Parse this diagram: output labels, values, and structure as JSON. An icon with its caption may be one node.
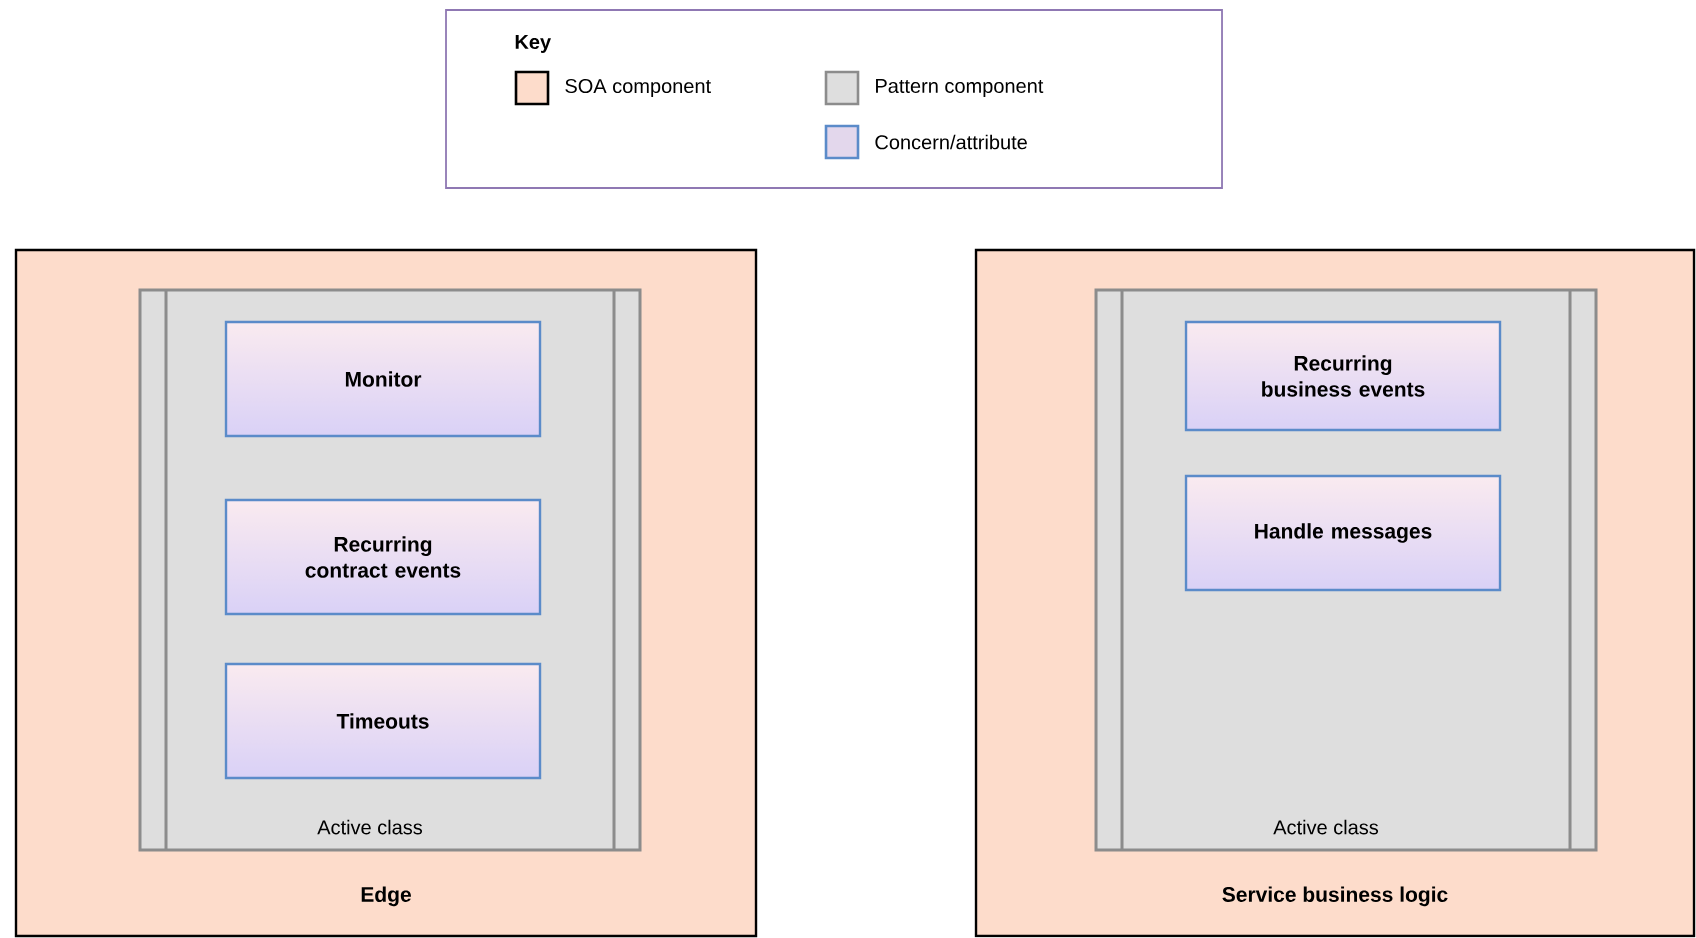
{
  "diagram": {
    "nodes": [
      {
        "text": [
          "Edge"
        ]
      },
      {
        "text": [
          "Active class"
        ],
        "in": 0
      },
      {
        "text": [
          "Monitor"
        ],
        "in": 1
      },
      {
        "text": [
          "Recurring contract events"
        ],
        "in": 1
      },
      {
        "text": [
          "Timeouts"
        ],
        "in": 1
      },
      {
        "text": [
          "Service business logic"
        ]
      },
      {
        "text": [
          "Active class"
        ],
        "in": 5
      },
      {
        "text": [
          "Recurring business events"
        ],
        "in": 6
      },
      {
        "text": [
          "Handle messages"
        ],
        "in": 6
      }
    ],
    "edges": [],
    "labels": [
      "Key"
    ],
    "legend": [
      {
        "text": "SOA component",
        "color": "#fddccb"
      },
      {
        "text": "Pattern component",
        "color": "#dedede"
      },
      {
        "text": "Concern/attribute",
        "color": "#e3d7ec"
      }
    ]
  }
}
